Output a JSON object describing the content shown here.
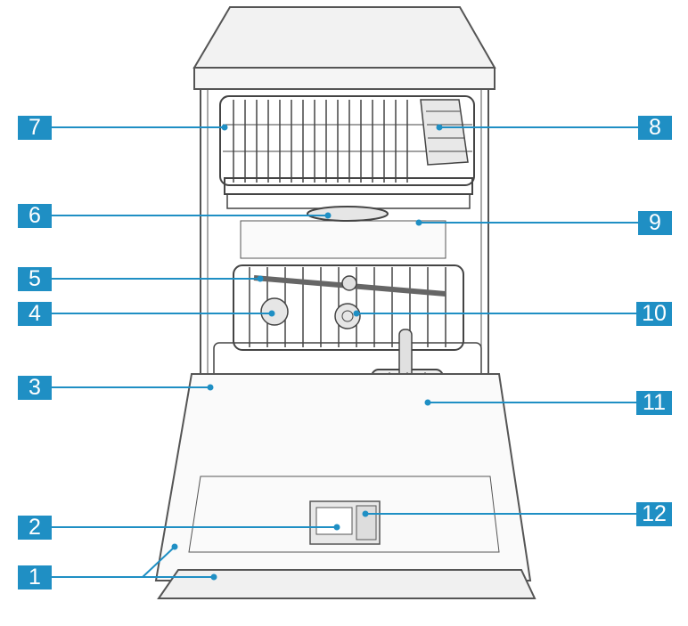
{
  "diagram": {
    "subject": "dishwasher-front-view",
    "accent_color": "#1f8fc4",
    "line_color": "#555555",
    "fill_color": "#f2f2f2",
    "callouts": [
      {
        "id": "1",
        "label": "1"
      },
      {
        "id": "2",
        "label": "2"
      },
      {
        "id": "3",
        "label": "3"
      },
      {
        "id": "4",
        "label": "4"
      },
      {
        "id": "5",
        "label": "5"
      },
      {
        "id": "6",
        "label": "6"
      },
      {
        "id": "7",
        "label": "7"
      },
      {
        "id": "8",
        "label": "8"
      },
      {
        "id": "9",
        "label": "9"
      },
      {
        "id": "10",
        "label": "10"
      },
      {
        "id": "11",
        "label": "11"
      },
      {
        "id": "12",
        "label": "12"
      }
    ]
  }
}
